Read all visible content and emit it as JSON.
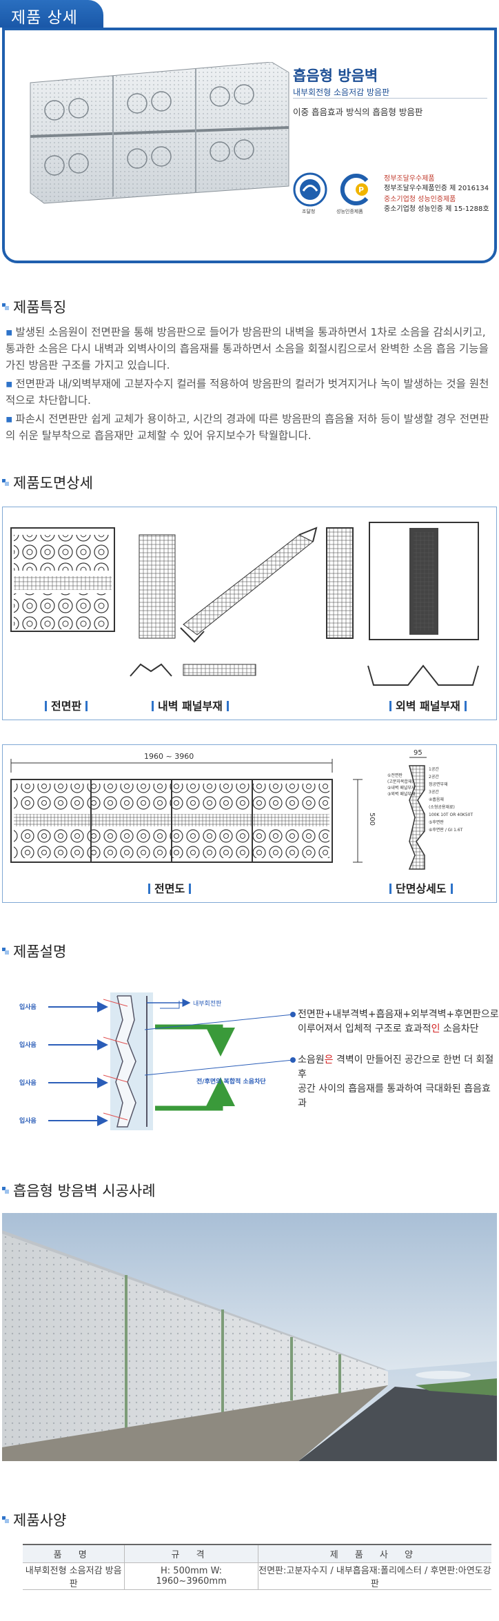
{
  "tab_title": "제품 상세",
  "product": {
    "title": "흡음형 방음벽",
    "subtitle": "내부회전형 소음저감 방음판",
    "description": "이중 흡음효과 방식의 흡음형 방음판"
  },
  "certs": {
    "cert1_label": "정부조달우수제품",
    "cert1_no": "정부조달우수제품인증 제 2016134",
    "cert2_label": "중소기업청 성능인증제품",
    "cert2_no": "중소기업청 성능인증 제 15-1288호",
    "icon1_caption": "조달청",
    "icon2_caption": "성능인증제품"
  },
  "sections": {
    "features": "제품특징",
    "drawings": "제품도면상세",
    "explanation": "제품설명",
    "cases": "흡음형 방음벽 시공사례",
    "specs": "제품사양"
  },
  "features": [
    "발생된 소음원이 전면판을 통해 방음판으로 들어가 방음판의 내벽을 통과하면서 1차로 소음을 감쇠시키고, 통과한 소음은 다시 내벽과 외벽사이의 흡음재를 통과하면서 소음을 회절시킴으로서 완벽한 소음 흡음 기능을 가진 방음판 구조를 가지고 있습니다.",
    "전면판과 내/외벽부재에 고분자수지 컬러를 적용하여 방음판의 컬러가 벗겨지거나 녹이 발생하는 것을 원천적으로 차단합니다.",
    "파손시 전면판만 쉽게 교체가 용이하고, 시간의 경과에 따른 방음판의 흡음율 저하 등이 발생할 경우 전면판의 쉬운 탈부착으로 흡음재만 교체할 수 있어 유지보수가 탁월합니다."
  ],
  "drawings": {
    "front_panel": "전면판",
    "inner_wall": "내벽 패널부재",
    "outer_wall": "외벽 패널부재",
    "front_view": "전면도",
    "section_detail": "단면상세도",
    "dim_width": "1960 ~ 3960",
    "dim_height": "500",
    "dim_depth": "95",
    "section_labels": [
      "1공간",
      "2공간",
      "정공면부재",
      "3공간",
      "①전면판",
      "②내벽 패널부재",
      "③외벽 패널부재",
      "④흡음재",
      "⑤후면판"
    ],
    "section_notes": [
      "(고분자복합재)",
      "100K 10T OR 40K50T",
      "(소형공용재료)",
      "⑥후면판 / GI 1.6T"
    ]
  },
  "explanation": {
    "incoming": [
      "입사음",
      "입사음",
      "입사음",
      "입사음"
    ],
    "inner_label": "내부회전판",
    "effect_label": "전/후면의 복합적 소음차단",
    "point1_a": "전면판+내부격벽+흡음재+외부격벽+후면판으로",
    "point1_b": "이루어져서 입체적 구조로 효과적",
    "point1_red": "인",
    "point1_c": " 소음차단",
    "point2_a": "소음원",
    "point2_red": "은",
    "point2_b": " 격벽이 만들어진 공간으로 한번 더 회절후",
    "point2_c": "공간 사이의 흡음재를 통과하여 극대화된 흡음효과"
  },
  "spec_table": {
    "headers": [
      "품 명",
      "규 격",
      "제 품 사 양"
    ],
    "row": [
      "내부회전형 소음저감 방음판",
      "H: 500mm W: 1960~3960mm",
      "전면판:고분자수지 / 내부흡음재:폴리에스터 / 후면판:아연도강판"
    ]
  },
  "colors": {
    "brand_blue": "#1f5fae",
    "accent_red": "#d21f1f",
    "arrow_green": "#3a9a3a"
  }
}
